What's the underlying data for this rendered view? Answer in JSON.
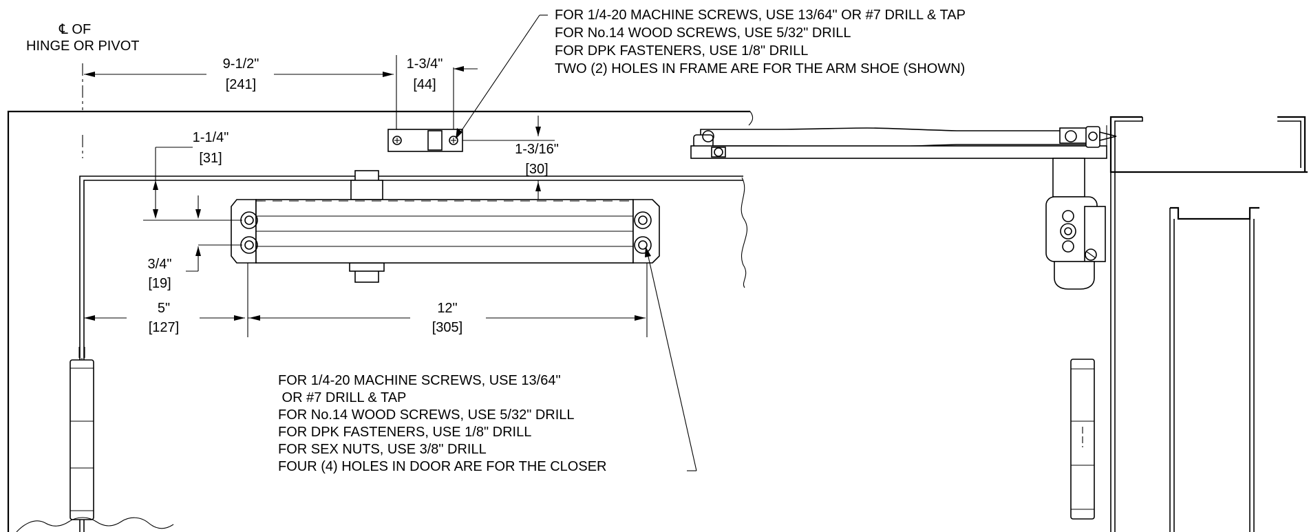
{
  "hinge_label": {
    "line1": "℄ OF",
    "line2": "HINGE OR PIVOT"
  },
  "dimensions": {
    "d_9_1_2": {
      "imperial": "9-1/2\"",
      "metric": "[241]"
    },
    "d_1_3_4": {
      "imperial": "1-3/4\"",
      "metric": "[44]"
    },
    "d_1_1_4": {
      "imperial": "1-1/4\"",
      "metric": "[31]"
    },
    "d_1_3_16": {
      "imperial": "1-3/16\"",
      "metric": "[30]"
    },
    "d_3_4": {
      "imperial": "3/4\"",
      "metric": "[19]"
    },
    "d_5": {
      "imperial": "5\"",
      "metric": "[127]"
    },
    "d_12": {
      "imperial": "12\"",
      "metric": "[305]"
    }
  },
  "frame_note": [
    "FOR 1/4-20 MACHINE SCREWS, USE 13/64\" OR #7 DRILL & TAP",
    "FOR No.14 WOOD SCREWS, USE 5/32\" DRILL",
    "FOR DPK FASTENERS, USE 1/8\" DRILL",
    "TWO (2) HOLES IN FRAME ARE FOR THE ARM SHOE (SHOWN)"
  ],
  "door_note": [
    "FOR 1/4-20 MACHINE SCREWS, USE 13/64\"",
    " OR #7 DRILL & TAP",
    "FOR No.14 WOOD SCREWS, USE 5/32\" DRILL",
    "FOR DPK FASTENERS, USE 1/8\" DRILL",
    "FOR SEX NUTS, USE 3/8\" DRILL",
    "FOUR (4) HOLES IN DOOR ARE FOR THE CLOSER"
  ]
}
